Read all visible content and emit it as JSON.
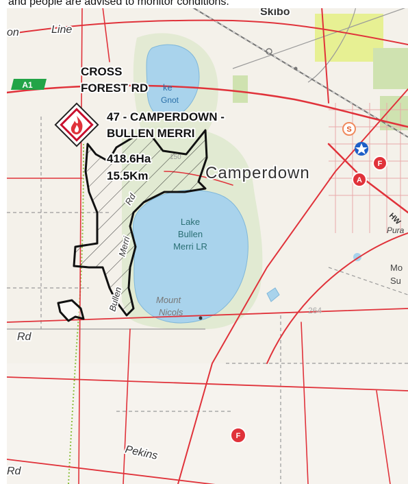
{
  "caption": "and people are advised to monitor conditions.",
  "incident": {
    "road_line1": "CROSS",
    "road_line2": "FOREST RD",
    "name_line1": "47 - CAMPERDOWN -",
    "name_line2": "BULLEN MERRI",
    "area": "418.6Ha",
    "distance": "15.5Km",
    "icon": "fire-warning-icon"
  },
  "places": {
    "town": "Camperdown",
    "skibo": "Skibo",
    "line_road": "Line",
    "on_fragment": "on",
    "lake_line1": "Lake",
    "lake_line2": "Bullen",
    "lake_line3": "Merri LR",
    "lake_gnotuk_1": "ke",
    "lake_gnotuk_2": "Gnot",
    "mount_line1": "Mount",
    "mount_line2": "Nicols",
    "elev_264": "264",
    "road_rd_w": "Rd",
    "road_rd_sw": "Rd",
    "road_bullen": "Bullen",
    "road_merri": "Merri",
    "road_rd_mid": "Rd",
    "pekins": "Pekins",
    "right_pura": "Pura",
    "right_mo": "Mo",
    "right_su": "Su",
    "elev_150": "150",
    "elev_hw": "HW"
  },
  "shields": {
    "a1": "A1"
  },
  "markers": {
    "fuel": "F",
    "ambulance": "A",
    "school": "S"
  },
  "colors": {
    "water": "#a9d3ec",
    "road": "#e0323a",
    "background": "#f4f1ea",
    "park": "#d6e6c8",
    "perimeter": "#111111",
    "shield": "#22a447"
  }
}
